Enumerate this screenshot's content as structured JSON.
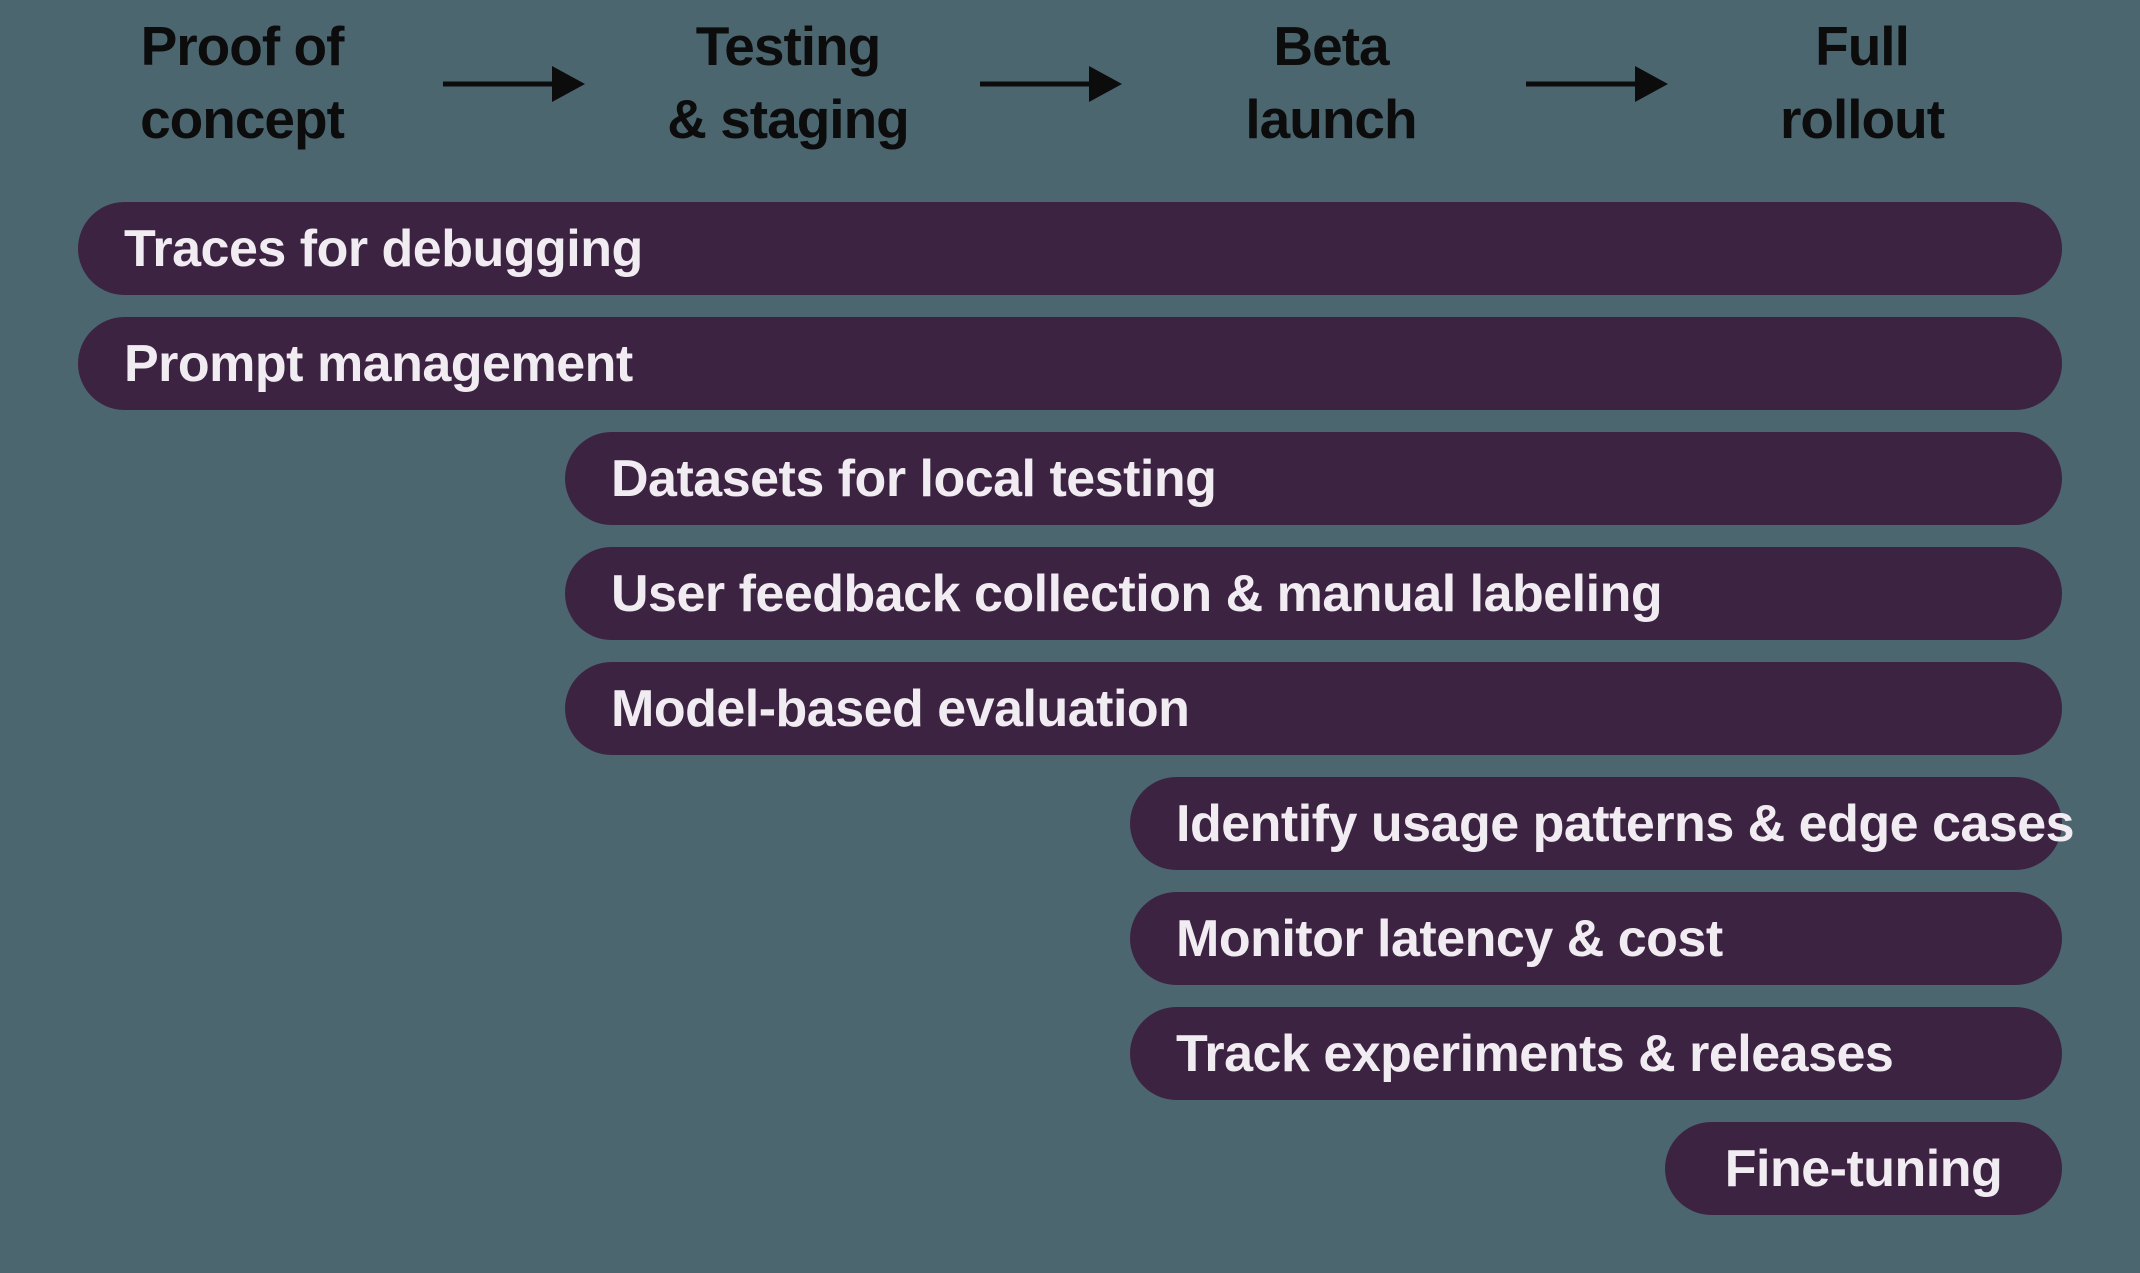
{
  "colors": {
    "background": "#4c6670",
    "bar_fill": "#3d2342",
    "bar_text": "#f1ecf2",
    "header_text": "#0c0c0c",
    "arrow": "#0c0c0c"
  },
  "stages": [
    {
      "id": "proof-of-concept",
      "line1": "Proof of",
      "line2": "concept"
    },
    {
      "id": "testing-staging",
      "line1": "Testing",
      "line2": "& staging"
    },
    {
      "id": "beta-launch",
      "line1": "Beta",
      "line2": "launch"
    },
    {
      "id": "full-rollout",
      "line1": "Full",
      "line2": "rollout"
    }
  ],
  "bars": [
    {
      "label": "Traces for debugging",
      "starts_at_stage": "Proof of concept"
    },
    {
      "label": "Prompt management",
      "starts_at_stage": "Proof of concept"
    },
    {
      "label": "Datasets for local testing",
      "starts_at_stage": "Testing & staging"
    },
    {
      "label": "User feedback collection & manual labeling",
      "starts_at_stage": "Testing & staging"
    },
    {
      "label": "Model-based evaluation",
      "starts_at_stage": "Testing & staging"
    },
    {
      "label": "Identify usage patterns & edge cases",
      "starts_at_stage": "Beta launch"
    },
    {
      "label": "Monitor latency & cost",
      "starts_at_stage": "Beta launch"
    },
    {
      "label": "Track experiments & releases",
      "starts_at_stage": "Beta launch"
    },
    {
      "label": "Fine-tuning",
      "starts_at_stage": "Full rollout"
    }
  ]
}
